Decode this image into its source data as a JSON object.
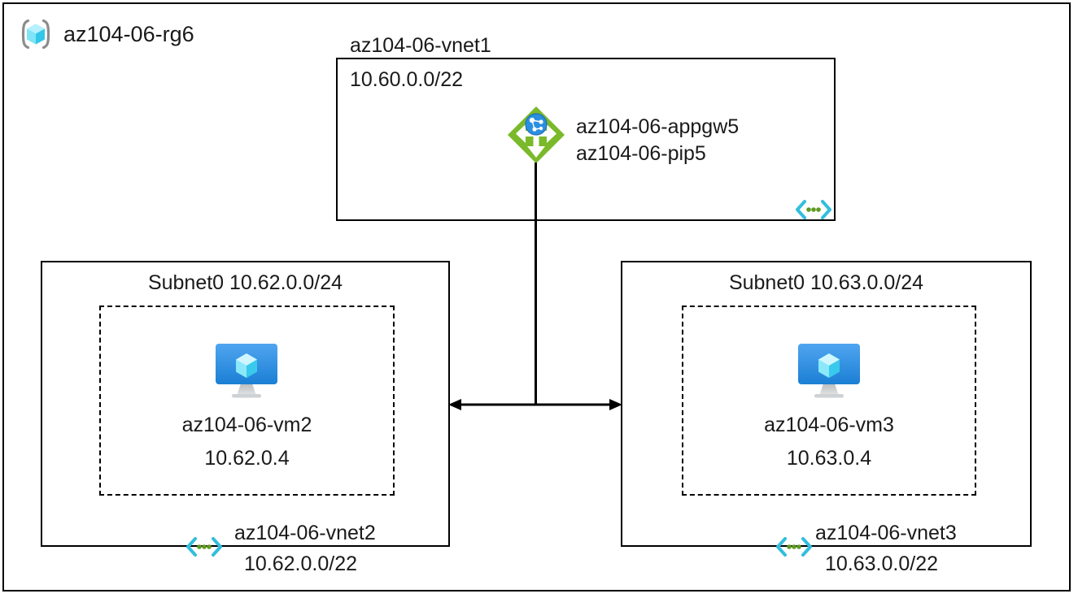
{
  "resource_group": {
    "name": "az104-06-rg6",
    "icon": "resource-group-cube-icon"
  },
  "vnet1": {
    "title": "az104-06-vnet1",
    "cidr": "10.60.0.0/22",
    "vnet_icon": "virtual-network-icon",
    "gateway": {
      "icon": "application-gateway-icon",
      "line1": "az104-06-appgw5",
      "line2": "az104-06-pip5"
    }
  },
  "vnet2": {
    "subnet_label": "Subnet0 10.62.0.0/24",
    "vm": {
      "icon": "virtual-machine-icon",
      "name": "az104-06-vm2",
      "ip": "10.62.0.4"
    },
    "vnet_icon": "virtual-network-icon",
    "name": "az104-06-vnet2",
    "cidr": "10.62.0.0/22"
  },
  "vnet3": {
    "subnet_label": "Subnet0 10.63.0.0/24",
    "vm": {
      "icon": "virtual-machine-icon",
      "name": "az104-06-vm3",
      "ip": "10.63.0.4"
    },
    "vnet_icon": "virtual-network-icon",
    "name": "az104-06-vnet3",
    "cidr": "10.63.0.0/22"
  },
  "connectors": {
    "peering_arrow": "bidirectional-peering-arrow",
    "gateway_link": "gateway-vertical-link"
  },
  "colors": {
    "border": "#000000",
    "text": "#1a1a1a",
    "gateway_green": "#7AB92A",
    "vnet_cyan": "#32BEDD",
    "vnet_dot_green": "#5E9A24",
    "vm_blue_top": "#50A5F0",
    "vm_blue_bottom": "#1B7FD4",
    "cube_cyan": "#9CEBFF",
    "bracket_gray": "#8C8C8C"
  }
}
